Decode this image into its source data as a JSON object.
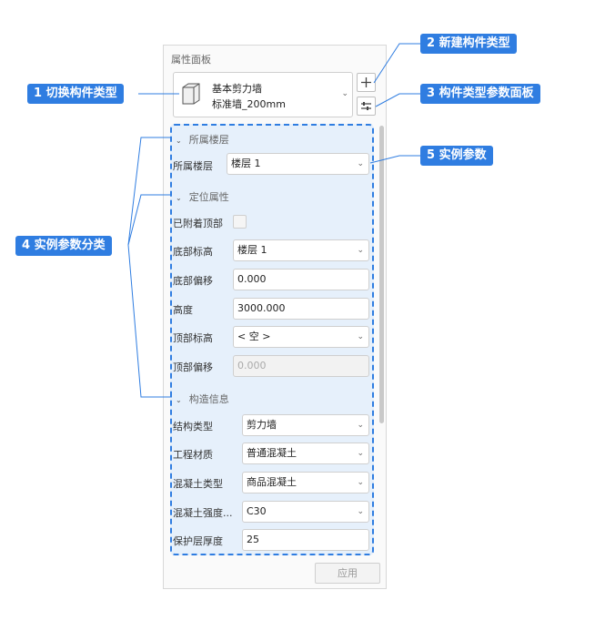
{
  "panel": {
    "title": "属性面板",
    "type_line1": "基本剪力墙",
    "type_line2": "标准墙_200mm",
    "add_icon": "plus-icon",
    "params_icon": "sliders-icon",
    "apply_label": "应用"
  },
  "sections": {
    "floor": {
      "title": "所属楼层",
      "floor_label": "所属楼层",
      "floor_value": "楼层 1"
    },
    "position": {
      "title": "定位属性",
      "attached_top_label": "已附着顶部",
      "base_level_label": "底部标高",
      "base_level_value": "楼层 1",
      "base_offset_label": "底部偏移",
      "base_offset_value": "0.000",
      "height_label": "高度",
      "height_value": "3000.000",
      "top_level_label": "顶部标高",
      "top_level_value": "< 空 >",
      "top_offset_label": "顶部偏移",
      "top_offset_value": "0.000"
    },
    "construction": {
      "title": "构造信息",
      "struct_type_label": "结构类型",
      "struct_type_value": "剪力墙",
      "material_label": "工程材质",
      "material_value": "普通混凝土",
      "concrete_type_label": "混凝土类型",
      "concrete_type_value": "商品混凝土",
      "concrete_strength_label": "混凝土强度...",
      "concrete_strength_value": "C30",
      "cover_label": "保护层厚度",
      "cover_value": "25"
    }
  },
  "callouts": {
    "c1": "1 切换构件类型",
    "c2": "2 新建构件类型",
    "c3": "3 构件类型参数面板",
    "c4": "4 实例参数分类",
    "c5": "5 实例参数"
  },
  "colors": {
    "accent": "#2f7de1",
    "props_bg": "#e6f0fb"
  }
}
